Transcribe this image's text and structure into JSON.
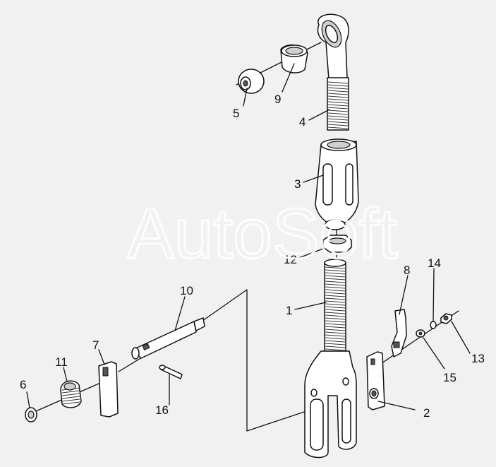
{
  "watermark": "AutoSoft",
  "callouts": [
    {
      "id": "1",
      "label": "1"
    },
    {
      "id": "2",
      "label": "2"
    },
    {
      "id": "3",
      "label": "3"
    },
    {
      "id": "4",
      "label": "4"
    },
    {
      "id": "5",
      "label": "5"
    },
    {
      "id": "6",
      "label": "6"
    },
    {
      "id": "7",
      "label": "7"
    },
    {
      "id": "8",
      "label": "8"
    },
    {
      "id": "9",
      "label": "9"
    },
    {
      "id": "10",
      "label": "10"
    },
    {
      "id": "11",
      "label": "11"
    },
    {
      "id": "12",
      "label": "12"
    },
    {
      "id": "13",
      "label": "13"
    },
    {
      "id": "14",
      "label": "14"
    },
    {
      "id": "15",
      "label": "15"
    },
    {
      "id": "16",
      "label": "16"
    }
  ],
  "colors": {
    "background": "#f1f1f1",
    "ink": "#111111",
    "watermark": "#ffffff"
  }
}
